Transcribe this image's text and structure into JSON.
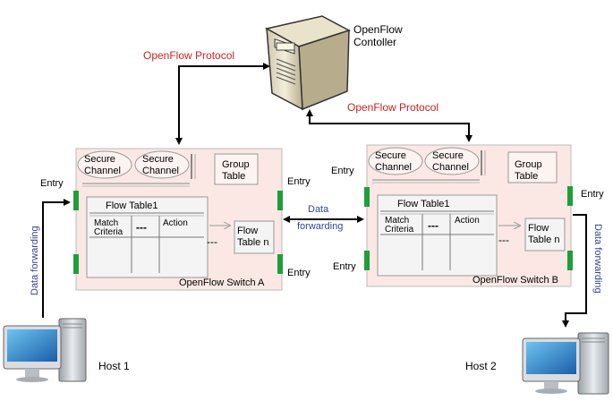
{
  "controller": {
    "label_line1": "OpenFlow",
    "label_line2": "Contoller"
  },
  "protocol_left": "OpenFlow Protocol",
  "protocol_right": "OpenFlow Protocol",
  "switch_a": {
    "name": "OpenFlow Switch A",
    "secure1_l1": "Secure",
    "secure1_l2": "Channel",
    "secure2_l1": "Secure",
    "secure2_l2": "Channel",
    "group_l1": "Group",
    "group_l2": "Table",
    "flow_table_title": "Flow Table1",
    "match_l1": "Match",
    "match_l2": "Criteria",
    "dots": "---",
    "action": "Action",
    "flow_n_l1": "Flow",
    "flow_n_l2": "Table n",
    "dashes": "---",
    "entry_top_left": "Entry",
    "entry_top_right": "Entry",
    "entry_bottom_right": "Entry"
  },
  "switch_b": {
    "name": "OpenFlow Switch B",
    "secure1_l1": "Secure",
    "secure1_l2": "Channel",
    "secure2_l1": "Secure",
    "secure2_l2": "Channel",
    "group_l1": "Group",
    "group_l2": "Table",
    "flow_table_title": "Flow Table1",
    "match_l1": "Match",
    "match_l2": "Criteria",
    "dots": "---",
    "action": "Action",
    "flow_n_l1": "Flow",
    "flow_n_l2": "Table n",
    "dashes": "---",
    "entry_top_left": "Entry",
    "entry_top_right": "Entry",
    "entry_bottom_left": "Entry"
  },
  "data_forwarding_mid_l1": "Data",
  "data_forwarding_mid_l2": "forwarding",
  "data_forwarding_left": "Data forwarding",
  "data_forwarding_right": "Data forwarding",
  "host1": "Host 1",
  "host2": "Host 2",
  "colors": {
    "protocol_text": "#cc2222",
    "data_text": "#33449a",
    "entry_port": "#1f9e3a",
    "switch_fill": "#fbe8e4"
  }
}
